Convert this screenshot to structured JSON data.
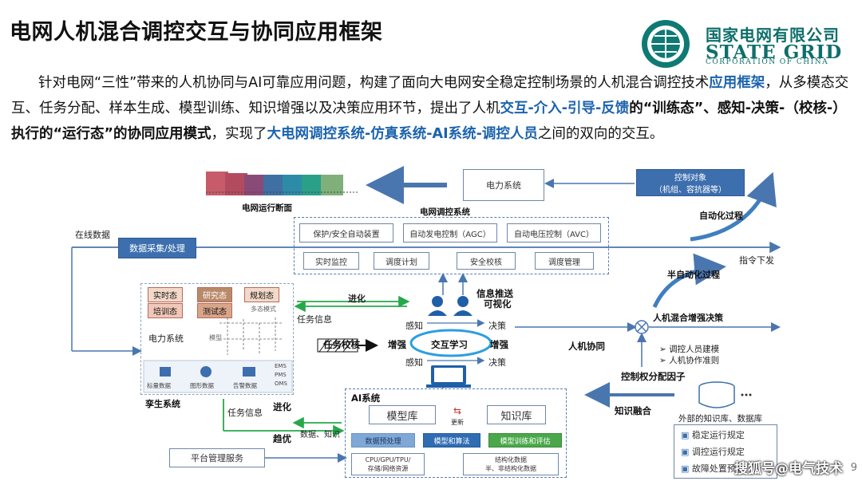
{
  "header": {
    "title": "电网人机混合调控交互与协同应用框架",
    "logo_cn": "国家电网有限公司",
    "logo_en_line1": "STATE GRID",
    "logo_en_line2": "CORPORATION OF CHINA"
  },
  "intro": {
    "seg1": "针对电网“三性”带来的人机协同与AI可靠应用问题，构建了面向大电网安全稳定控制场景的人机混合调控技术",
    "seg2": "应用框架",
    "seg3": "，从多模态交互、任务分配、样本生成、模型训练、知识增强以及决策应用环节，提出了人机",
    "seg4": "交互-介入-引导-反馈",
    "seg5": "的“训练态”、感知-决策-（校核-）执行的“运行态”的协同应用模式",
    "seg6": "，实现了",
    "seg7": "大电网调控系统-仿真系统-AI系统-调控人员",
    "seg8": "之间的双向的交互。"
  },
  "diagram": {
    "grid_snapshot_label": "电网运行断面",
    "power_system": "电力系统",
    "control_object_title": "控制对象",
    "control_object_sub": "（机组、容抗器等）",
    "dispatch_system_label": "电网调控系统",
    "dispatch_row1": [
      "保护/安全自动装置",
      "自动发电控制（AGC）",
      "自动电压控制（AVC）"
    ],
    "dispatch_row2": [
      "实时监控",
      "调度计划",
      "安全校核",
      "调度管理"
    ],
    "online_data": "在线数据",
    "data_collect": "数据采集/处理",
    "auto_process": "自动化过程",
    "command_issue": "指令下发",
    "semi_auto": "半自动化过程",
    "hm_decision": "人机混合增强决策",
    "twin_tags": [
      "实时态",
      "研究态",
      "规划态",
      "培训态",
      "测试态"
    ],
    "twin_power": "电力系统",
    "twin_labels_small": [
      "多态模式",
      "模型"
    ],
    "twin_bottom": [
      "标量数据",
      "图形数据",
      "告警数据"
    ],
    "twin_sys_small": [
      "EMS",
      "PMS",
      "OMS"
    ],
    "twin_system": "孪生系统",
    "task_info_top": "任务信息",
    "evolve_top": "进化",
    "info_push_1": "信息推送",
    "info_push_2": "可视化",
    "task_check": "任务校核",
    "perceive_top": "感知",
    "decide_top": "决策",
    "enhance_left": "增强",
    "interactive_learning": "交互学习",
    "enhance_right": "增强",
    "perceive_bottom": "感知",
    "decide_bottom": "决策",
    "hm_collab": "人机协同",
    "adjust_personnel": "调控人员建模",
    "collab_rule": "人机协作准则",
    "control_factor": "控制权分配因子",
    "knowledge_fusion": "知识融合",
    "external_kb": "外部的知识库、数据库",
    "kb_items": [
      "稳定运行规定",
      "调控运行规定",
      "故障处置预案"
    ],
    "ai_system": "AI系统",
    "model_lib": "模型库",
    "update": "更新",
    "knowledge_lib": "知识库",
    "ai_bars": [
      "数据预处理",
      "模型和算法",
      "模型训练和评估"
    ],
    "ai_bottom_left_1": "CPU/GPU/TPU/",
    "ai_bottom_left_2": "存储/网络资源",
    "ai_bottom_right_1": "结构化数据",
    "ai_bottom_right_2": "半、非结构化数据",
    "task_info_bottom": "任务信息",
    "evolve_bottom": "进化",
    "optimize": "趋优",
    "data_knowledge": "数据、知识",
    "platform": "平台管理服务"
  },
  "footer": {
    "watermark": "搜狐号@电气技术",
    "page": "9"
  }
}
